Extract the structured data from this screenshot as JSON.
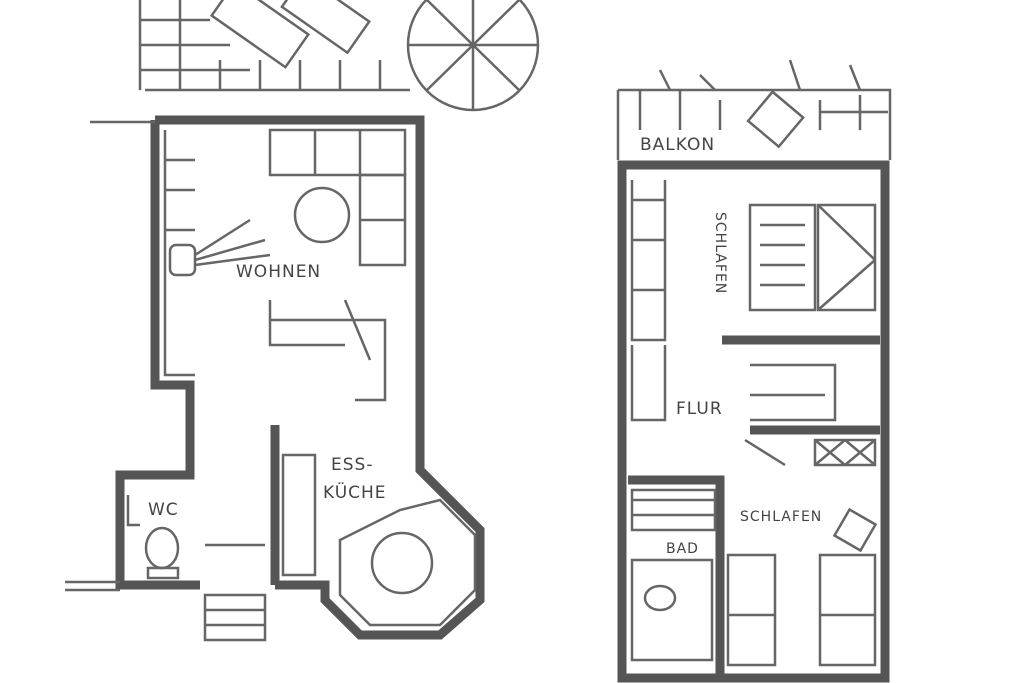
{
  "ground_floor": {
    "rooms": {
      "living": "WOHNEN",
      "kitchen_line1": "ESS-",
      "kitchen_line2": "KÜCHE",
      "wc": "WC"
    }
  },
  "upper_floor": {
    "rooms": {
      "balcony": "BALKON",
      "bedroom_top": "SCHLAFEN",
      "hall": "FLUR",
      "bedroom_bottom": "SCHLAFEN",
      "bath": "BAD"
    }
  },
  "colors": {
    "ink": "#555555",
    "paper": "#ffffff"
  }
}
